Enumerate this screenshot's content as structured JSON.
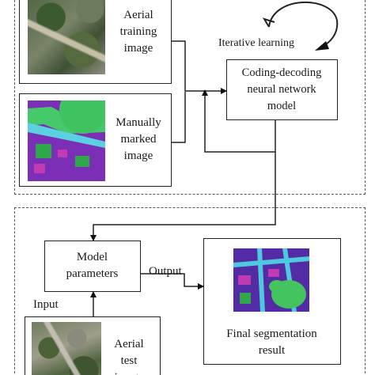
{
  "training": {
    "aerial_label": "Aerial\ntraining\nimage",
    "marked_label": "Manually\nmarked\nimage",
    "model_label": "Coding-decoding\nneural network\nmodel",
    "loop_label": "Iterative learning"
  },
  "testing": {
    "params_label": "Model\nparameters",
    "output_label": "Output",
    "input_label": "Input",
    "test_label": "Aerial\ntest\nimage",
    "result_label": "Final segmentation\nresult"
  }
}
